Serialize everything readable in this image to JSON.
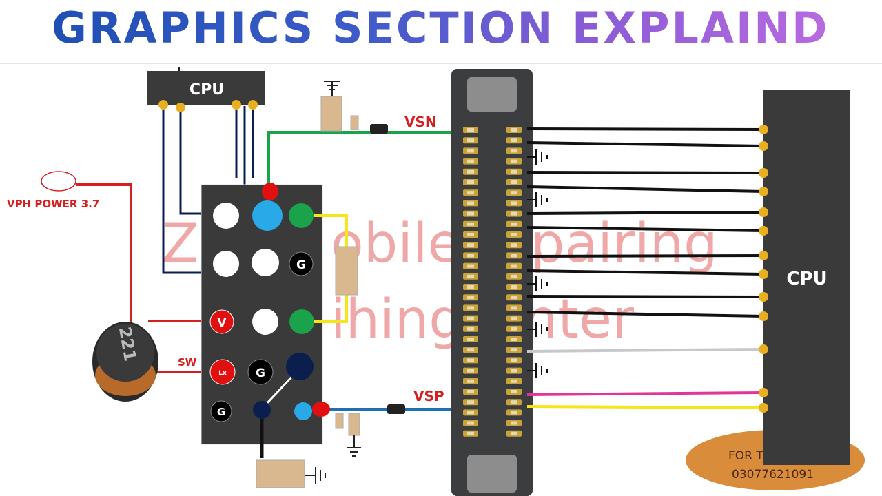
{
  "title": "GRAPHICS SECTION EXPLAIND",
  "labels": {
    "cpu_top": "CPU",
    "cpu_right": "CPU",
    "vsn": "VSN",
    "vsp": "VSP",
    "vph_power": "VPH POWER 3.7",
    "sw": "SW",
    "inductor": "221",
    "pin_v": "V",
    "pin_lx": "Lx",
    "pin_g": "G"
  },
  "watermark": {
    "line1_a": "Z",
    "line1_b": "obile",
    "line1_c": "pairing",
    "line2_a": "ihing",
    "line2_b": "nter"
  },
  "contact": {
    "line1": "FOR T",
    "phone": "03077621091"
  },
  "colors": {
    "vsn_line": "#1aa34a",
    "vsp_line": "#1f6fb5",
    "power_line": "#d62020",
    "cpu_line": "#0b1f4f",
    "signal_line": "#111111",
    "pad_gold": "#e8b020",
    "chip": "#3a3a3a",
    "oval": "#d98c3a"
  }
}
